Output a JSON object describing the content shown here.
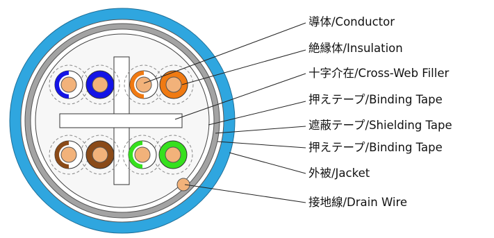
{
  "colors": {
    "jacket": "#2fa6df",
    "binding_tape": "#c9c9c9",
    "shield": "#8d8d8d",
    "core_fill": "#f7f7f7",
    "copper": "#f2b27a",
    "pair_blue": "#1414e6",
    "pair_orange": "#f07a12",
    "pair_brown": "#8a4a18",
    "pair_green": "#36e01e"
  },
  "labels": [
    {
      "id": "conductor",
      "text": "導体/Conductor"
    },
    {
      "id": "insulation",
      "text": "絶縁体/Insulation"
    },
    {
      "id": "cross-web-filler",
      "text": "十字介在/Cross-Web Filler"
    },
    {
      "id": "binding-tape-inner",
      "text": "押えテープ/Binding Tape"
    },
    {
      "id": "shielding-tape",
      "text": "遮蔽テープ/Shielding Tape"
    },
    {
      "id": "binding-tape-outer",
      "text": "押えテープ/Binding Tape"
    },
    {
      "id": "jacket",
      "text": "外被/Jacket"
    },
    {
      "id": "drain-wire",
      "text": "接地線/Drain Wire"
    }
  ]
}
